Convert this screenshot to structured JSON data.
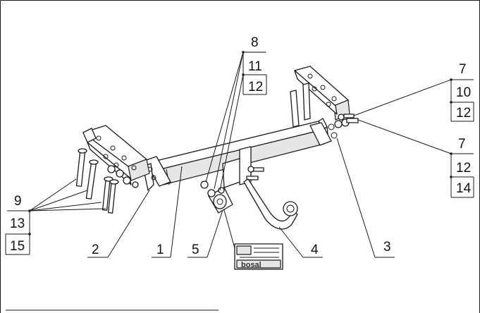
{
  "diagram": {
    "part_labels": {
      "p1": "1",
      "p2": "2",
      "p3": "3",
      "p4": "4",
      "p5": "5"
    },
    "fastener_groups": {
      "top": [
        "8",
        "11",
        "12"
      ],
      "right_upper": [
        "7",
        "10",
        "12"
      ],
      "right_lower": [
        "7",
        "12",
        "14"
      ],
      "left": [
        "9",
        "13",
        "15"
      ]
    },
    "plate_brand": "bosal"
  }
}
